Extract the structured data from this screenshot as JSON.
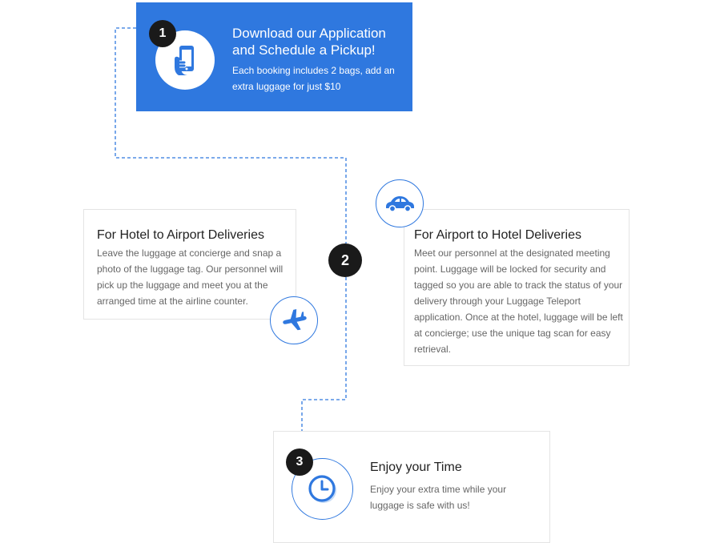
{
  "colors": {
    "accent": "#2f78df",
    "badge": "#1a1a1a",
    "border": "#e4e4e4",
    "title": "#222222",
    "text": "#666666"
  },
  "steps": [
    {
      "number": "1",
      "title_line1": "Download our Application",
      "title_line2": "and Schedule a Pickup!",
      "description": "Each booking includes 2 bags, add an extra luggage for just $10",
      "icon": "phone-hand-icon"
    },
    {
      "number": "2",
      "options": [
        {
          "title": "For Hotel to Airport Deliveries",
          "description": "Leave the luggage at concierge and snap a photo of the luggage tag. Our personnel will pick up the luggage and meet you at the arranged time at the airline counter.",
          "icon": "airplane-icon"
        },
        {
          "title": "For Airport to Hotel Deliveries",
          "description": "Meet our personnel at the designated meeting point. Luggage will be locked for security and tagged so you are able to track the status of your delivery through your Luggage Teleport application. Once at the hotel, luggage will be left at concierge; use the unique tag scan for easy retrieval.",
          "icon": "car-icon"
        }
      ]
    },
    {
      "number": "3",
      "title": "Enjoy your Time",
      "description": "Enjoy your extra time while your luggage is safe with us!",
      "icon": "clock-icon"
    }
  ]
}
